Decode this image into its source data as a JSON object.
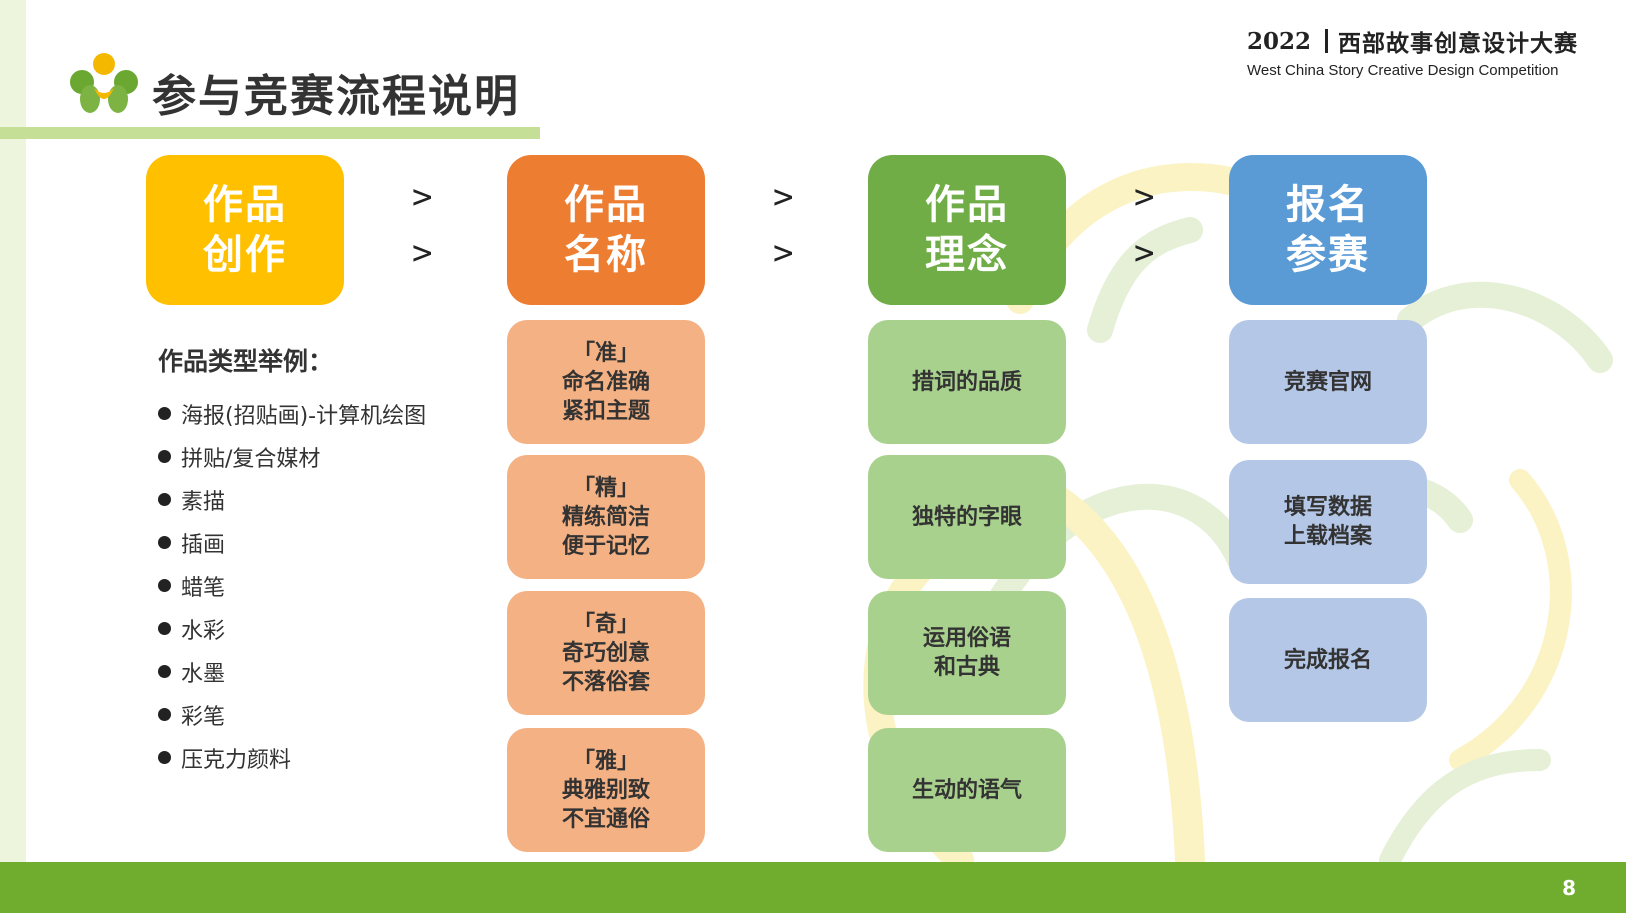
{
  "header": {
    "title": "参与竞赛流程说明",
    "brand_year": "2022",
    "brand_name": "西部故事创意设计大赛",
    "brand_english": "West China Story Creative Design Competition",
    "logo_icon": "tree-people-logo-icon"
  },
  "colors": {
    "yellow": "#ffc000",
    "orange": "#ed7d31",
    "green": "#70ad47",
    "blue": "#5b9bd5",
    "footer": "#70ad2f"
  },
  "arrow_symbol": ">",
  "columns": [
    {
      "heading": [
        "作品",
        "创作"
      ],
      "types_title": "作品类型举例：",
      "types": [
        "海报(招贴画)-计算机绘图",
        "拼贴/复合媒材",
        "素描",
        "插画",
        "蜡笔",
        "水彩",
        "水墨",
        "彩笔",
        "压克力颜料"
      ]
    },
    {
      "heading": [
        "作品",
        "名称"
      ],
      "items": [
        [
          "「准」",
          "命名准确",
          "紧扣主题"
        ],
        [
          "「精」",
          "精练简洁",
          "便于记忆"
        ],
        [
          "「奇」",
          "奇巧创意",
          "不落俗套"
        ],
        [
          "「雅」",
          "典雅别致",
          "不宜通俗"
        ]
      ]
    },
    {
      "heading": [
        "作品",
        "理念"
      ],
      "items": [
        [
          "措词的品质"
        ],
        [
          "独特的字眼"
        ],
        [
          "运用俗语",
          "和古典"
        ],
        [
          "生动的语气"
        ]
      ]
    },
    {
      "heading": [
        "报名",
        "参赛"
      ],
      "items": [
        [
          "竞赛官网"
        ],
        [
          "填写数据",
          "上载档案"
        ],
        [
          "完成报名"
        ]
      ]
    }
  ],
  "footer": {
    "page_number": "8"
  }
}
